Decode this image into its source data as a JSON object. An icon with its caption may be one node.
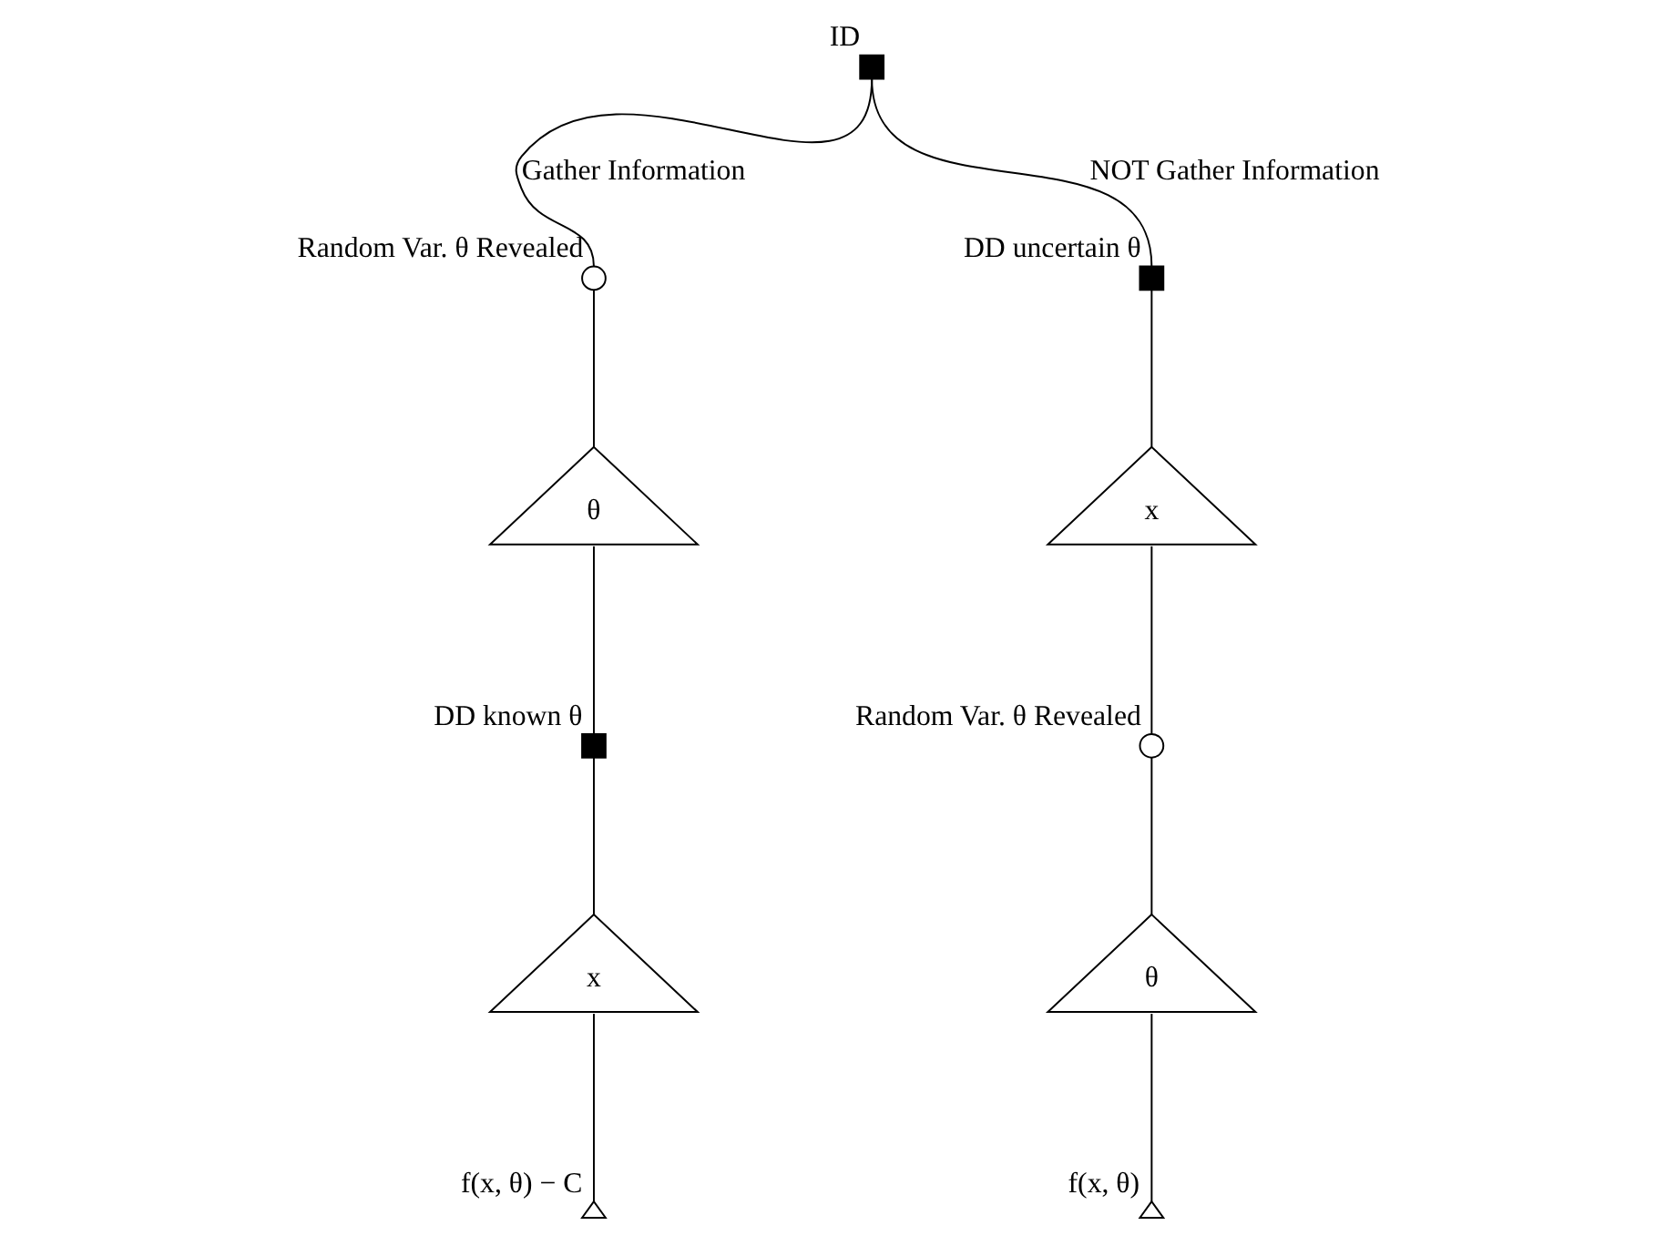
{
  "diagram": {
    "nodes": [
      {
        "text": [
          "ID"
        ]
      },
      {
        "text": [],
        "shape": "circle",
        "beside": [
          "Random Var. θ Revealed"
        ]
      },
      {
        "text": [],
        "shape": "box",
        "beside": [
          "DD uncertain θ"
        ]
      },
      {
        "text": [
          "θ"
        ]
      },
      {
        "text": [
          "x"
        ]
      },
      {
        "text": [],
        "shape": "box",
        "beside": [
          "DD known θ"
        ]
      },
      {
        "text": [],
        "shape": "circle",
        "beside": [
          "Random Var. θ Revealed"
        ]
      },
      {
        "text": [
          "x"
        ]
      },
      {
        "text": [
          "θ"
        ]
      },
      {
        "text": [
          "f(x, θ) − C"
        ]
      },
      {
        "text": [
          "f(x, θ)"
        ]
      }
    ],
    "edges": [
      {
        "from": 0,
        "to": 1,
        "arrow": "none",
        "label": "Gather Information"
      },
      {
        "from": 0,
        "to": 2,
        "arrow": "none",
        "label": "NOT Gather Information"
      },
      {
        "from": 1,
        "to": 3,
        "arrow": "none"
      },
      {
        "from": 2,
        "to": 4,
        "arrow": "none"
      },
      {
        "from": 3,
        "to": 5,
        "arrow": "none"
      },
      {
        "from": 4,
        "to": 6,
        "arrow": "none"
      },
      {
        "from": 5,
        "to": 7,
        "arrow": "none"
      },
      {
        "from": 6,
        "to": 8,
        "arrow": "none"
      },
      {
        "from": 7,
        "to": 9,
        "arrow": "none"
      },
      {
        "from": 8,
        "to": 10,
        "arrow": "none"
      }
    ]
  }
}
